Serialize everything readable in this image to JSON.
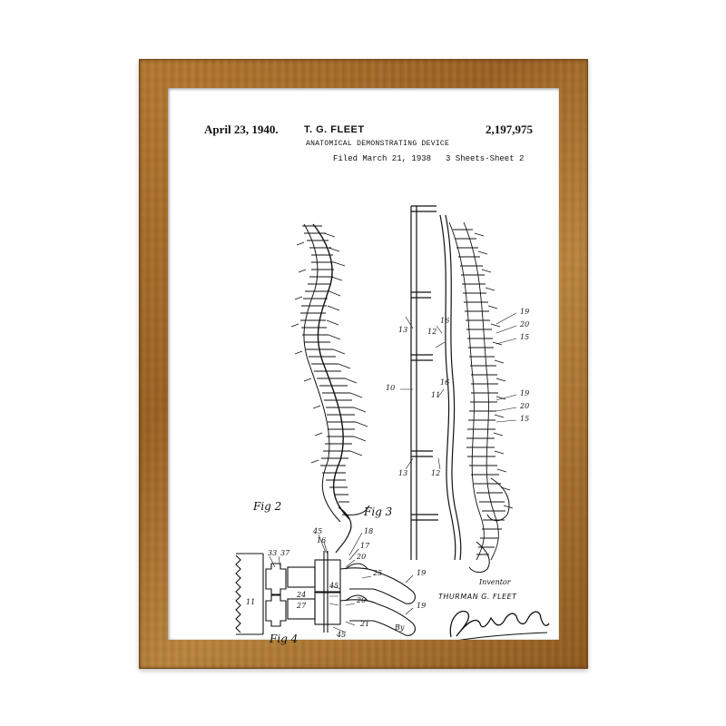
{
  "patent": {
    "date": "April 23, 1940.",
    "inventor": "T. G. FLEET",
    "number": "2,197,975",
    "title": "ANATOMICAL DEMONSTRATING DEVICE",
    "filed": "Filed March 21, 1938",
    "sheets": "3 Sheets-Sheet 2"
  },
  "figures": {
    "fig2": "Fig 2",
    "fig3": "Fig 3",
    "fig4": "Fig 4"
  },
  "reference_numbers": {
    "r19a": "19",
    "r20a": "20",
    "r16a": "16",
    "r15a": "15",
    "r13a": "13",
    "r12a": "12",
    "r10": "10",
    "r11": "11",
    "r16b": "16",
    "r19b": "19",
    "r20b": "20",
    "r15b": "15",
    "r13b": "13",
    "r12b": "12",
    "f45a": "45",
    "f16": "16",
    "f18": "18",
    "f17": "17",
    "f33": "33",
    "f37": "37",
    "f20a": "20",
    "f25": "25",
    "f19a": "19",
    "f45b": "45",
    "f24": "24",
    "f27": "27",
    "f20b": "20",
    "f19b": "19",
    "f11": "11",
    "f21": "21",
    "f45c": "45"
  },
  "signature": {
    "inventor_label": "Inventor",
    "inventor_name": "THURMAN G. FLEET",
    "attorney_abbrev": "By"
  },
  "colors": {
    "frame": "#a56c2a",
    "mat": "#ffffff",
    "ink": "#111111"
  }
}
